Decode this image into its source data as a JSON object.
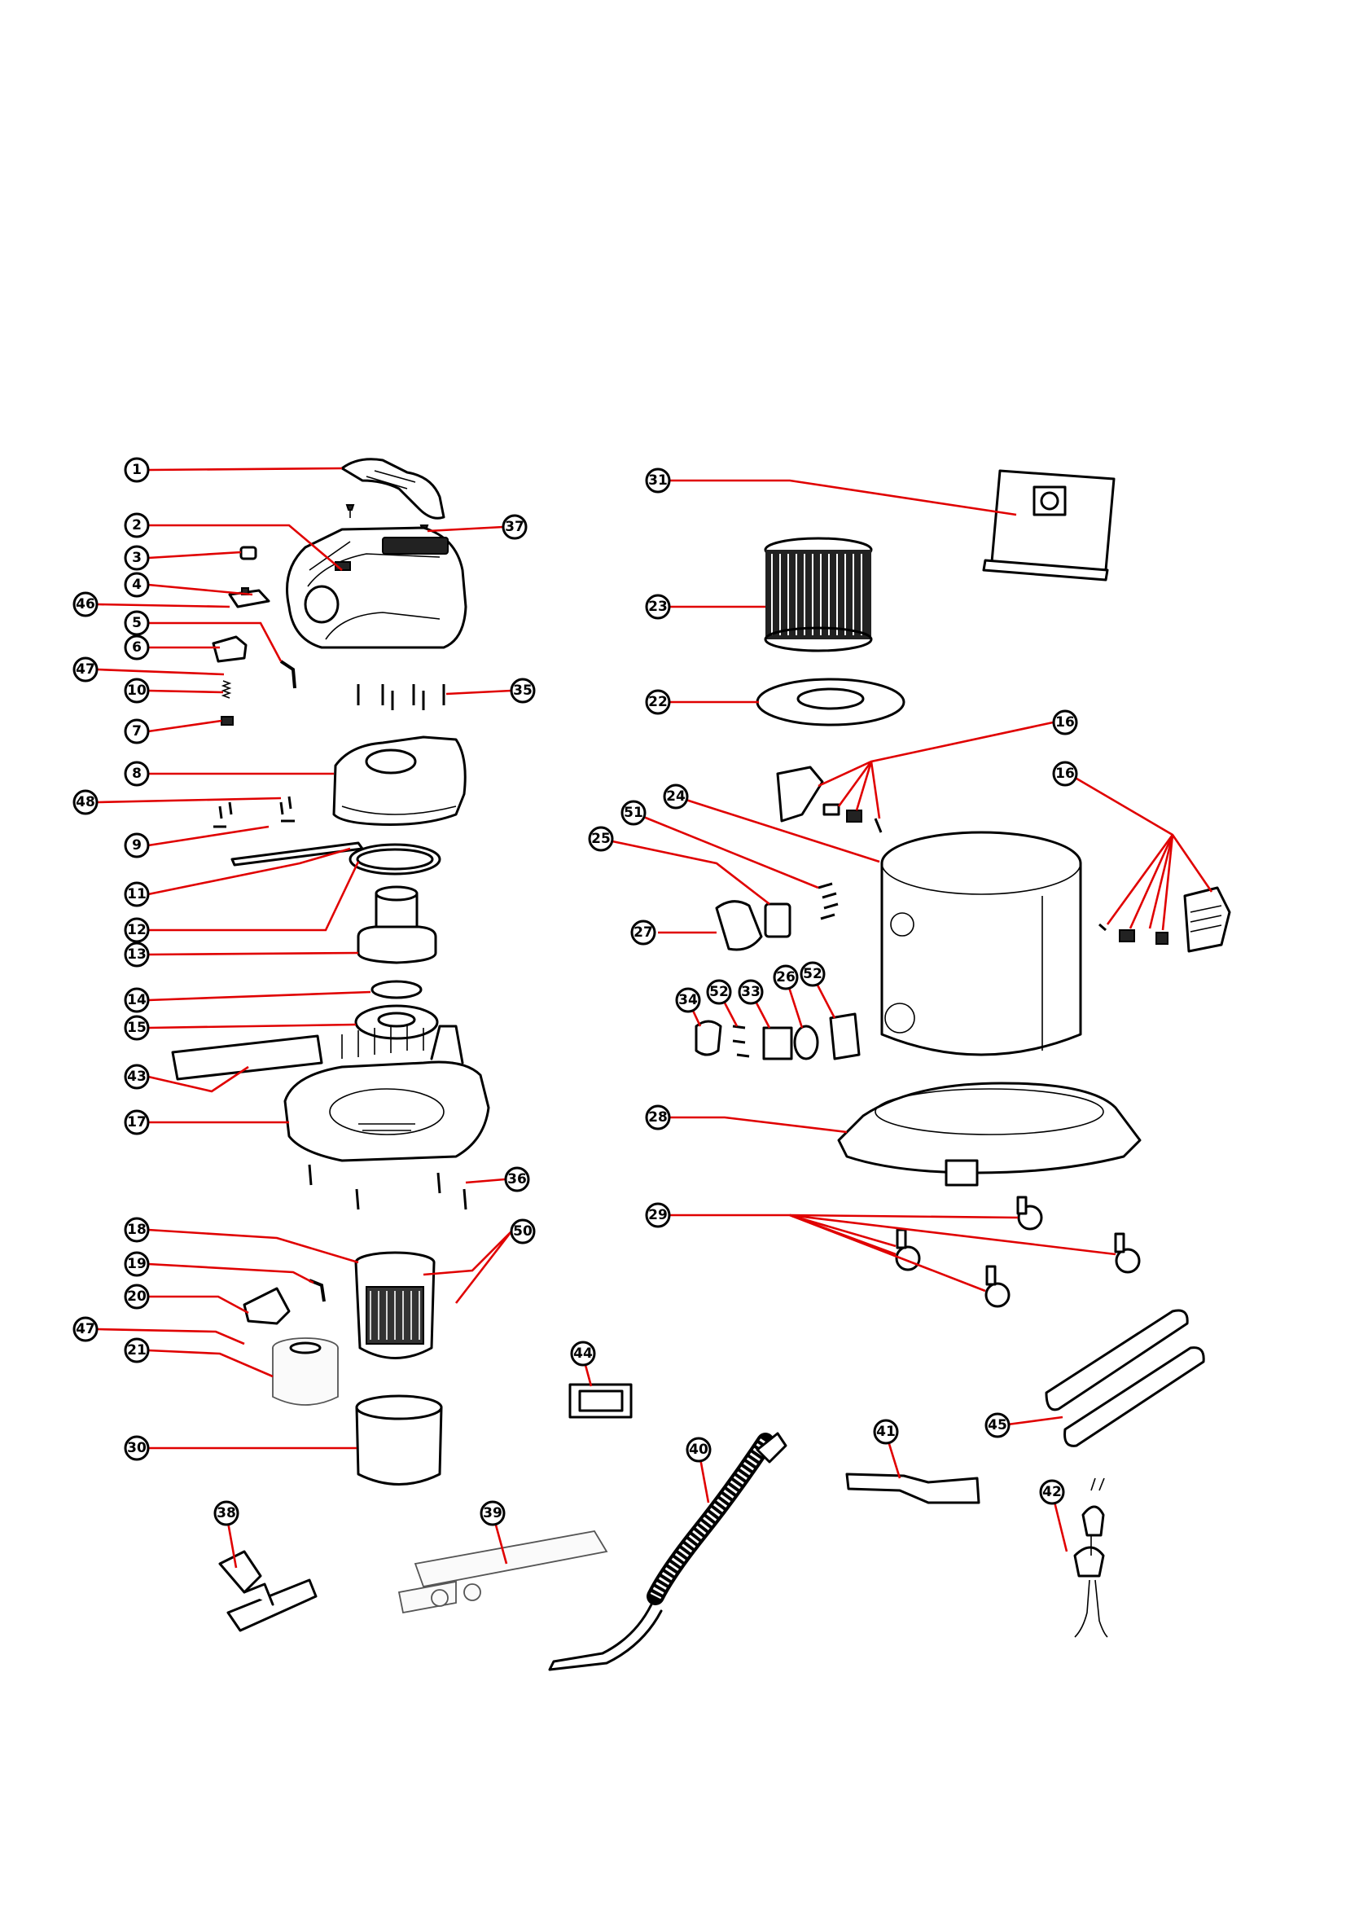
{
  "diagram": {
    "type": "exploded-parts-view",
    "leader_color": "#e00000",
    "callouts": [
      {
        "id": "c1",
        "label": "1"
      },
      {
        "id": "c2",
        "label": "2"
      },
      {
        "id": "c3",
        "label": "3"
      },
      {
        "id": "c4",
        "label": "4"
      },
      {
        "id": "c46",
        "label": "46"
      },
      {
        "id": "c5",
        "label": "5"
      },
      {
        "id": "c6",
        "label": "6"
      },
      {
        "id": "c47a",
        "label": "47"
      },
      {
        "id": "c10",
        "label": "10"
      },
      {
        "id": "c7",
        "label": "7"
      },
      {
        "id": "c8",
        "label": "8"
      },
      {
        "id": "c48",
        "label": "48"
      },
      {
        "id": "c9",
        "label": "9"
      },
      {
        "id": "c11",
        "label": "11"
      },
      {
        "id": "c12",
        "label": "12"
      },
      {
        "id": "c13",
        "label": "13"
      },
      {
        "id": "c14",
        "label": "14"
      },
      {
        "id": "c15",
        "label": "15"
      },
      {
        "id": "c43",
        "label": "43"
      },
      {
        "id": "c17",
        "label": "17"
      },
      {
        "id": "c36",
        "label": "36"
      },
      {
        "id": "c37",
        "label": "37"
      },
      {
        "id": "c35",
        "label": "35"
      },
      {
        "id": "c18",
        "label": "18"
      },
      {
        "id": "c19",
        "label": "19"
      },
      {
        "id": "c20",
        "label": "20"
      },
      {
        "id": "c47b",
        "label": "47"
      },
      {
        "id": "c21",
        "label": "21"
      },
      {
        "id": "c50",
        "label": "50"
      },
      {
        "id": "c30",
        "label": "30"
      },
      {
        "id": "c38",
        "label": "38"
      },
      {
        "id": "c39",
        "label": "39"
      },
      {
        "id": "c44",
        "label": "44"
      },
      {
        "id": "c40",
        "label": "40"
      },
      {
        "id": "c41",
        "label": "41"
      },
      {
        "id": "c45",
        "label": "45"
      },
      {
        "id": "c42",
        "label": "42"
      },
      {
        "id": "c31",
        "label": "31"
      },
      {
        "id": "c23",
        "label": "23"
      },
      {
        "id": "c22",
        "label": "22"
      },
      {
        "id": "c16a",
        "label": "16"
      },
      {
        "id": "c16b",
        "label": "16"
      },
      {
        "id": "c24",
        "label": "24"
      },
      {
        "id": "c51",
        "label": "51"
      },
      {
        "id": "c25",
        "label": "25"
      },
      {
        "id": "c27",
        "label": "27"
      },
      {
        "id": "c34",
        "label": "34"
      },
      {
        "id": "c52a",
        "label": "52"
      },
      {
        "id": "c33",
        "label": "33"
      },
      {
        "id": "c26",
        "label": "26"
      },
      {
        "id": "c52b",
        "label": "52"
      },
      {
        "id": "c28",
        "label": "28"
      },
      {
        "id": "c29",
        "label": "29"
      }
    ]
  }
}
